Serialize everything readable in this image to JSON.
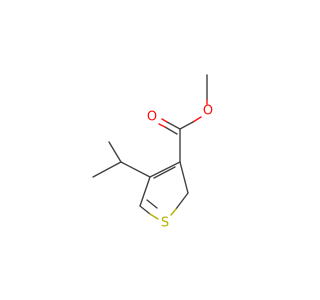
{
  "molecule": {
    "atoms": [
      {
        "id": "O_carbonyl",
        "symbol": "O",
        "label": "O",
        "color": "#ff0d0d"
      },
      {
        "id": "O_ester",
        "symbol": "O",
        "label": "O",
        "color": "#ff0d0d"
      },
      {
        "id": "S_ring",
        "symbol": "S",
        "label": "S",
        "color": "#b2b200"
      }
    ],
    "bond_color": "#404040"
  }
}
